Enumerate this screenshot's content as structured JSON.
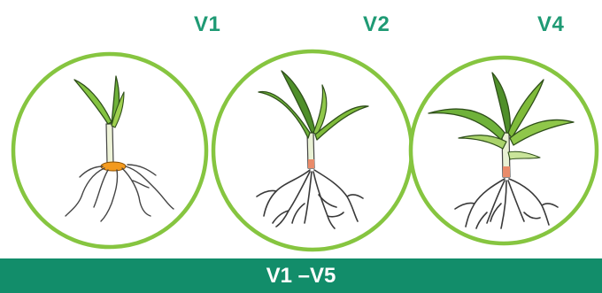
{
  "stages": [
    {
      "label": "V1"
    },
    {
      "label": "V2"
    },
    {
      "label": "V4"
    }
  ],
  "banner": {
    "label": "V1 –V5"
  },
  "colors": {
    "label_green": "#1f9a74",
    "circle_green": "#86c540",
    "banner_green": "#128d6a",
    "leaf_green": "#7fbb3a",
    "root_gray": "#3a3a3a",
    "seed_orange": "#f39a1e"
  }
}
